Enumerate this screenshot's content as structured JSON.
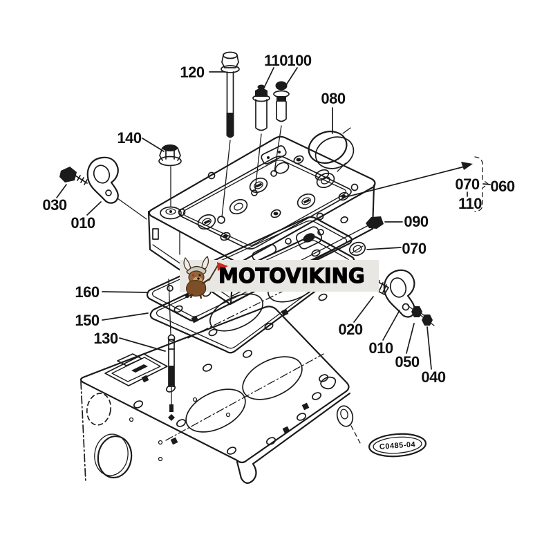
{
  "watermark": {
    "text": "MOTOVIKING",
    "band_color": "#e9e7e3",
    "flag_color": "#cc2a1e"
  },
  "stamp": {
    "text": "C0485-04"
  },
  "colors": {
    "ink": "#1b1b1b",
    "background": "#ffffff"
  },
  "callouts": {
    "c120": {
      "label": "120"
    },
    "c110": {
      "label": "110"
    },
    "c100": {
      "label": "100"
    },
    "c080": {
      "label": "080"
    },
    "c140": {
      "label": "140"
    },
    "c030": {
      "label": "030"
    },
    "c010_left": {
      "label": "010"
    },
    "c090": {
      "label": "090"
    },
    "c070_right": {
      "label": "070"
    },
    "c070_group": {
      "label": "070"
    },
    "c110_group": {
      "label": "110"
    },
    "c060": {
      "label": "060"
    },
    "c160": {
      "label": "160"
    },
    "c150": {
      "label": "150"
    },
    "c130": {
      "label": "130"
    },
    "c020": {
      "label": "020"
    },
    "c010_right": {
      "label": "010"
    },
    "c050": {
      "label": "050"
    },
    "c040": {
      "label": "040"
    }
  }
}
